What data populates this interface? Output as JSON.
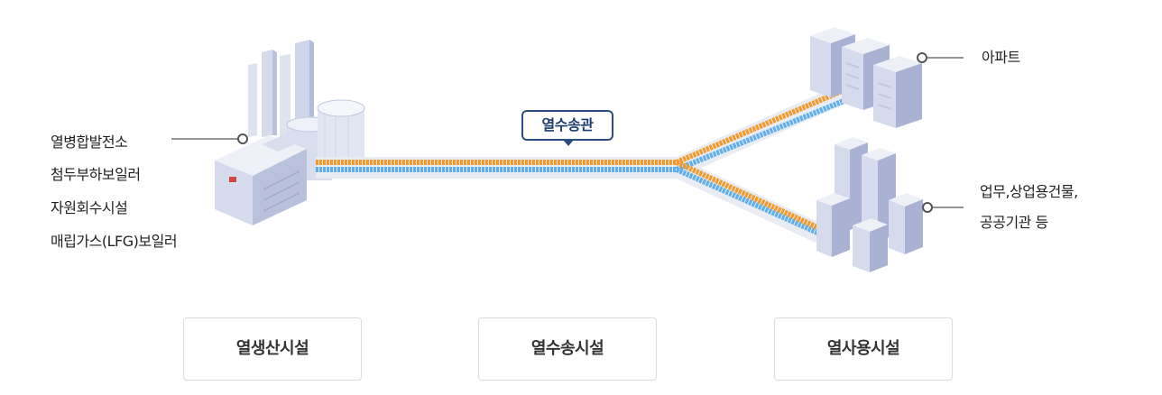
{
  "source": {
    "labels": [
      "열병합발전소",
      "첨두부하보일러",
      "자원회수시설",
      "매립가스(LFG)보일러"
    ]
  },
  "pipeline": {
    "tag": "열수송관"
  },
  "destinations": {
    "apartment": "아파트",
    "commercial_line1": "업무,상업용건물,",
    "commercial_line2": "공공기관 등"
  },
  "categories": [
    {
      "label": "열생산시설"
    },
    {
      "label": "열수송시설"
    },
    {
      "label": "열사용시설"
    }
  ],
  "colors": {
    "pipe_hot": "#f39a2b",
    "pipe_cold": "#5fb0ea",
    "tag_border": "#2c4d80",
    "building": "#c9cfe6",
    "building_dark": "#aab2d3"
  }
}
